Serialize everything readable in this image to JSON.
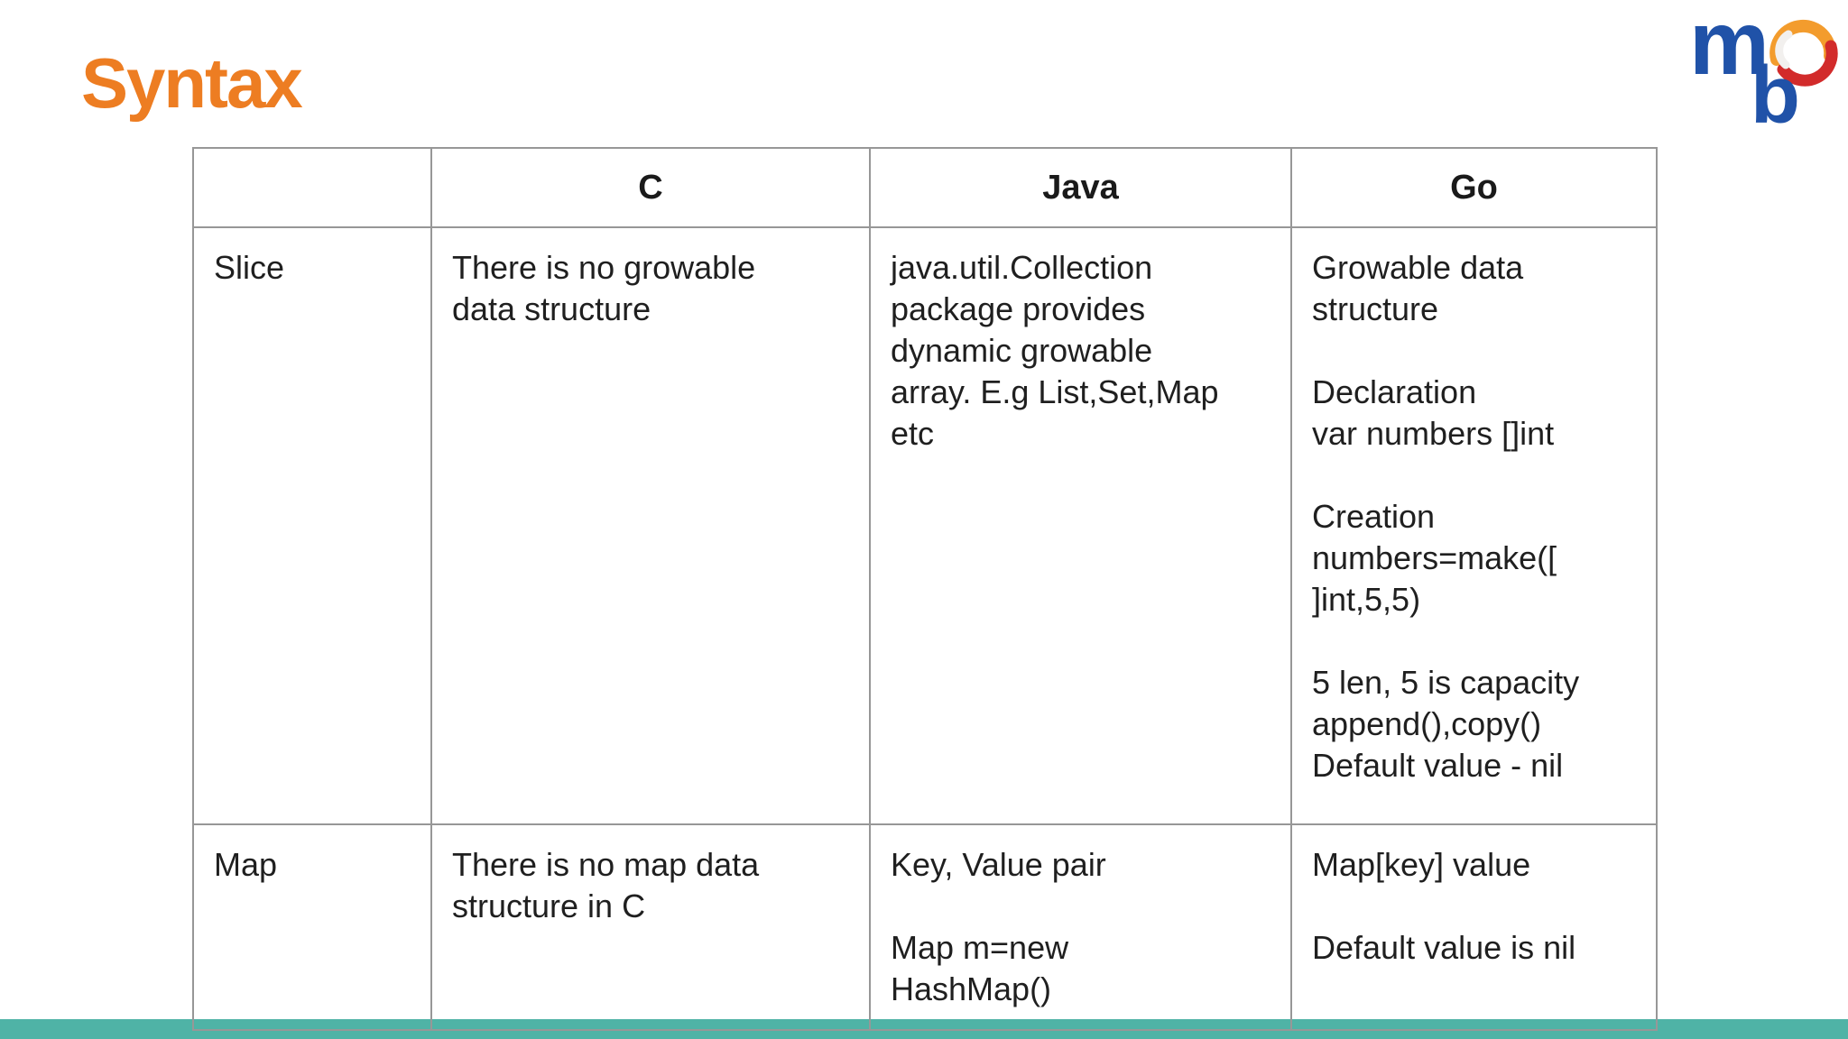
{
  "slide": {
    "title": "Syntax",
    "title_color": "#ED7D22",
    "accent_bar_color": "#4FB3A6"
  },
  "logo": {
    "letter_m": "m",
    "letter_b": "b",
    "blue": "#2052A8",
    "swirl_orange": "#F39C2D",
    "swirl_red": "#D22B2B"
  },
  "table": {
    "columns": [
      "",
      "C",
      "Java",
      "Go"
    ],
    "rows": [
      {
        "label": "Slice",
        "c": "There is no growable\ndata structure",
        "java": "java.util.Collection\npackage provides\ndynamic growable\narray. E.g List,Set,Map\netc",
        "go": "Growable data\nstructure\n\nDeclaration\nvar numbers []int\n\nCreation\nnumbers=make([\n]int,5,5)\n\n5 len, 5 is capacity\nappend(),copy()\nDefault value - nil"
      },
      {
        "label": "Map",
        "c": "There is no map data\nstructure in C",
        "java": "Key, Value pair\n\nMap m=new\nHashMap()",
        "go": "Map[key] value\n\nDefault value is nil"
      }
    ]
  }
}
